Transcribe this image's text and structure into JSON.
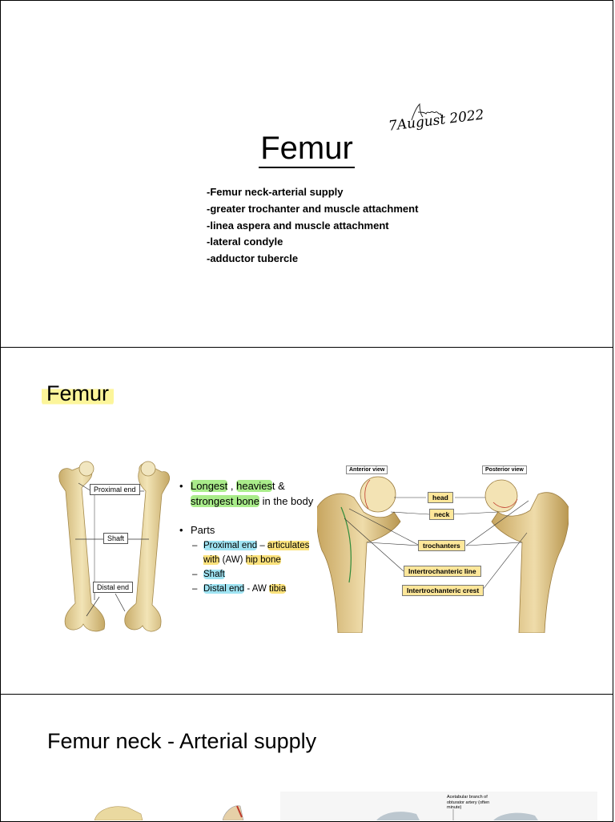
{
  "slide1": {
    "title": "Femur",
    "topics": [
      "-Femur neck-arterial supply",
      "-greater trochanter and muscle attachment",
      "-linea aspera and muscle attachment",
      "-lateral condyle",
      "-adductor tubercle"
    ],
    "signature": {
      "date": "7August 2022"
    }
  },
  "slide2": {
    "title": "Femur",
    "left_diagram_labels": {
      "proximal": "Proximal end",
      "shaft": "Shaft",
      "distal": "Distal end"
    },
    "bullets": {
      "b1": {
        "longest": "Longest",
        "sep1": " , ",
        "heaviest": "heavies",
        "heaviest_tail": "t &",
        "strongest": "strongest bone",
        "tail": " in the body"
      },
      "b2": "Parts",
      "sub1": {
        "proximal": "Proximal end",
        "dash": " – ",
        "articulates": "articulates with",
        "aw": " (AW) ",
        "hip": "hip bone"
      },
      "sub2": "Shaft",
      "sub3": {
        "distal": "Distal end",
        "aw": "  - AW ",
        "tibia": "tibia"
      }
    },
    "right_diagram": {
      "anterior_view": "Anterior view",
      "posterior_view": "Posterior view",
      "labels": [
        "head",
        "neck",
        "trochanters",
        "Intertrochanteric line",
        "Intertrochanteric crest"
      ]
    },
    "colors": {
      "highlight_yellow": "#fcf59a",
      "highlight_green": "#a9ec8a",
      "highlight_blue": "#9fe3f2",
      "bone": "#ead9a0"
    }
  },
  "slide3": {
    "title": "Femur neck - Arterial supply",
    "caption": "Acetabular branch of obturator artery (often minute)"
  }
}
